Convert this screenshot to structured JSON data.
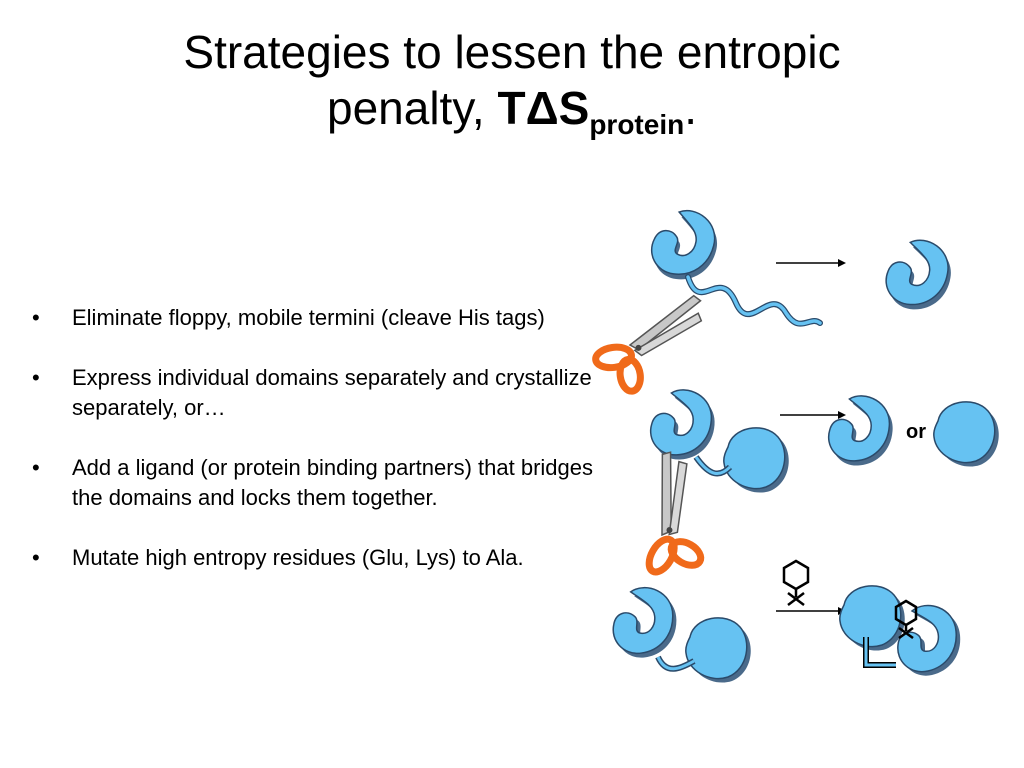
{
  "slide": {
    "title_line1": "Strategies to lessen the entropic",
    "title_line2_prefix": "penalty, ",
    "title_symbol": "TΔS",
    "title_subscript": "protein",
    "title_suffix": ".",
    "bullet_marker": "•",
    "bullets": [
      {
        "text": "Eliminate floppy, mobile termini (cleave His tags)"
      },
      {
        "text": "Express individual domains separately and crystallize separately, or…"
      },
      {
        "text": "Add a ligand (or protein binding partners) that bridges the domains and locks them together."
      },
      {
        "text": "Mutate high entropy residues (Glu, Lys) to Ala."
      }
    ],
    "diagram": {
      "or_label": "or"
    }
  },
  "colors": {
    "domain_fill": "#66c2f2",
    "domain_shadow": "#4a6a8a",
    "scissors_handle": "#f06a1a",
    "blade": "#c8c8c8"
  }
}
